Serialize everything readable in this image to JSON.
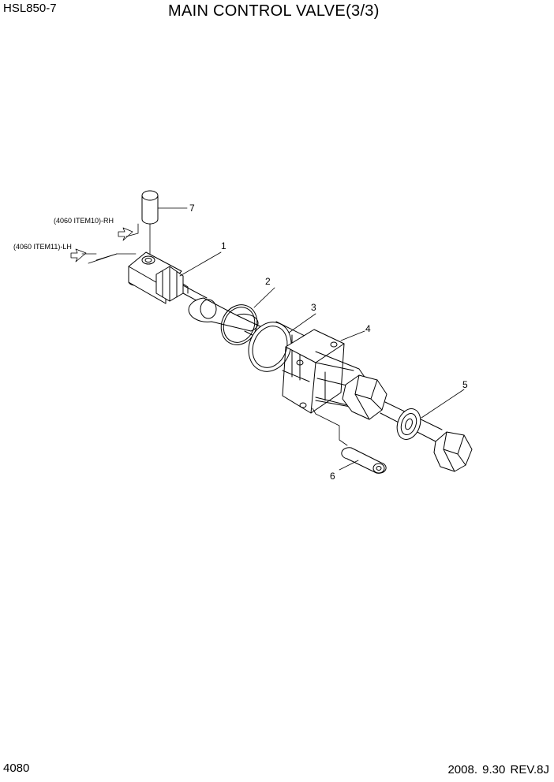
{
  "header": {
    "model": "HSL850-7",
    "title": "MAIN CONTROL VALVE(3/3)"
  },
  "footer": {
    "page_number": "4080",
    "date_revision": "2008. 9.30  REV.8J"
  },
  "diagram": {
    "references": [
      {
        "text": "(4060 ITEM10)-RH"
      },
      {
        "text": "(4060 ITEM11)-LH"
      }
    ],
    "callouts": [
      {
        "label": "1"
      },
      {
        "label": "2"
      },
      {
        "label": "3"
      },
      {
        "label": "4"
      },
      {
        "label": "5"
      },
      {
        "label": "6"
      },
      {
        "label": "7"
      }
    ]
  }
}
